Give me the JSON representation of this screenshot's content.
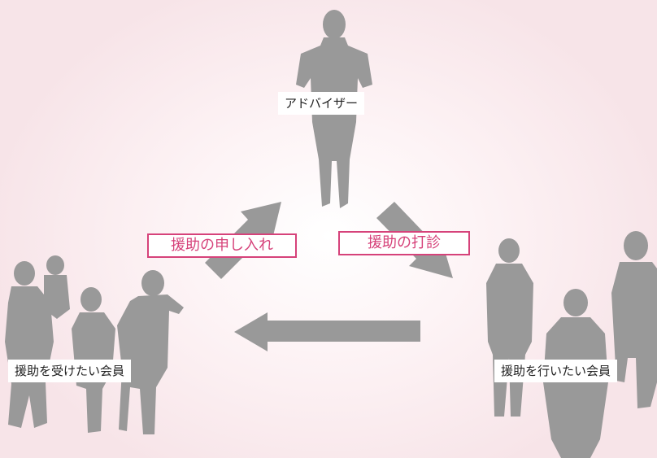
{
  "roles": {
    "advisor": "アドバイザー",
    "requester": "援助を受けたい会員",
    "provider": "援助を行いたい会員"
  },
  "flows": {
    "request": "援助の申し入れ",
    "sounding": "援助の打診"
  },
  "colors": {
    "silhouette": "#999999",
    "arrow": "#999999",
    "accent": "#d6427a"
  }
}
